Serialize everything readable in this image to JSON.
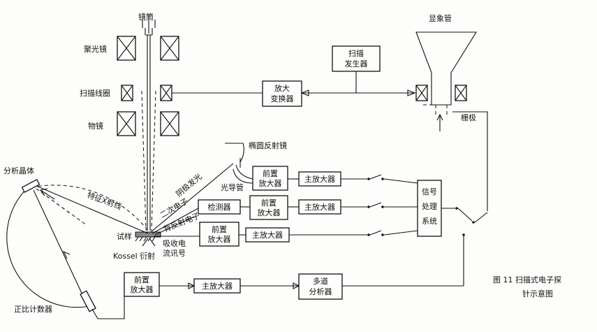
{
  "labels": {
    "lens_tube": "镜筒",
    "condenser_lens": "聚光镜",
    "scan_coil": "扫描线圈",
    "objective_lens": "物镜",
    "analyzer_crystal": "分析晶体",
    "sample": "试样",
    "kossel": "Kossel 衍射",
    "absorbed_current": [
      "吸收电",
      "流讯号"
    ],
    "proportional_counter": "正比计数器",
    "characteristic_xray": "特征X射线",
    "cathodoluminescence": "阴极发光",
    "secondary_electron": "二次电子",
    "backscattered_electron": "背反射电子",
    "ellipsoidal_mirror": "椭圆反射镜",
    "light_guide": "光导管",
    "crt": "显象管",
    "grid": "栅极",
    "figure_caption": [
      "图 11   扫描式电子探",
      "针示意图"
    ]
  },
  "boxes": {
    "scan_generator": [
      "扫描",
      "发生器"
    ],
    "amp_converter": [
      "放大",
      "变换器"
    ],
    "preamp1": [
      "前置",
      "放大器"
    ],
    "main_amp1": "主放大器",
    "detector": "检测器",
    "preamp2": [
      "前置",
      "放大器"
    ],
    "main_amp2": "主放大器",
    "preamp3": [
      "前置",
      "放大器"
    ],
    "main_amp3": "主放大器",
    "signal_processing": [
      "信号",
      "处理",
      "系统"
    ],
    "preamp4": [
      "前置",
      "放大器"
    ],
    "main_amp4": "主放大器",
    "multichannel_analyzer": [
      "多道",
      "分析器"
    ]
  },
  "colors": {
    "ink": "#111111",
    "paper": "#fdfdfb"
  }
}
